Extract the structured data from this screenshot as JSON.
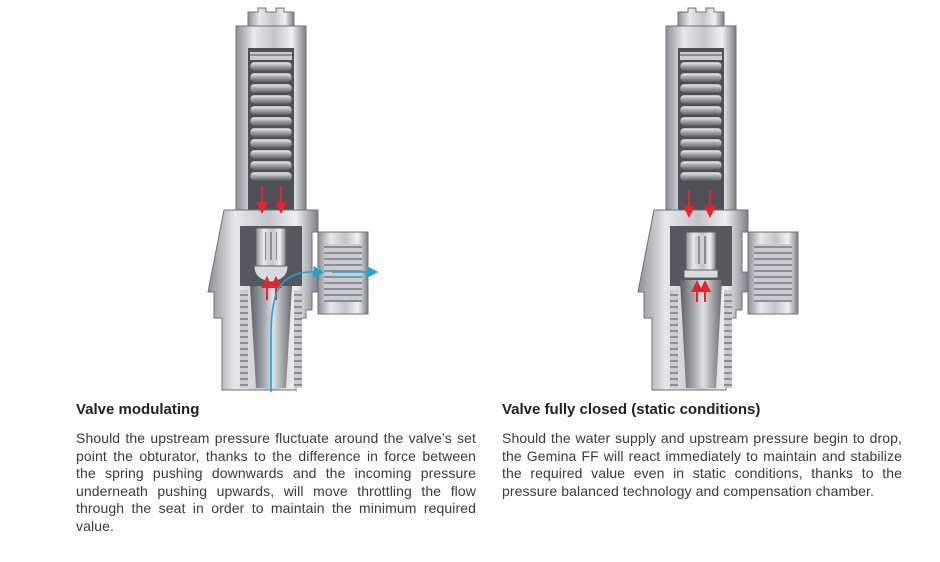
{
  "colors": {
    "metal_light": "#e3e5e7",
    "metal_mid": "#b9bcc0",
    "metal_dark": "#7f8388",
    "pressure_arrow": "#e8232d",
    "flow_arrow": "#1aa3dc"
  },
  "panels": [
    {
      "title": "Valve modulating",
      "text": "Should the upstream pressure fluctuate around the valve’s set point the obturator, thanks to the difference in force between the spring pushing downwards and the incoming pressure underneath pushing upwards, will move throttling the flow through the seat in order to maintain the minimum required value."
    },
    {
      "title": "Valve fully closed (static conditions)",
      "text": "Should the water supply and upstream pressure begin to drop, the Gemina FF will react immediately to maintain and stabilize the required value even in static conditions, thanks to the pressure balanced technology and compensation chamber."
    }
  ]
}
